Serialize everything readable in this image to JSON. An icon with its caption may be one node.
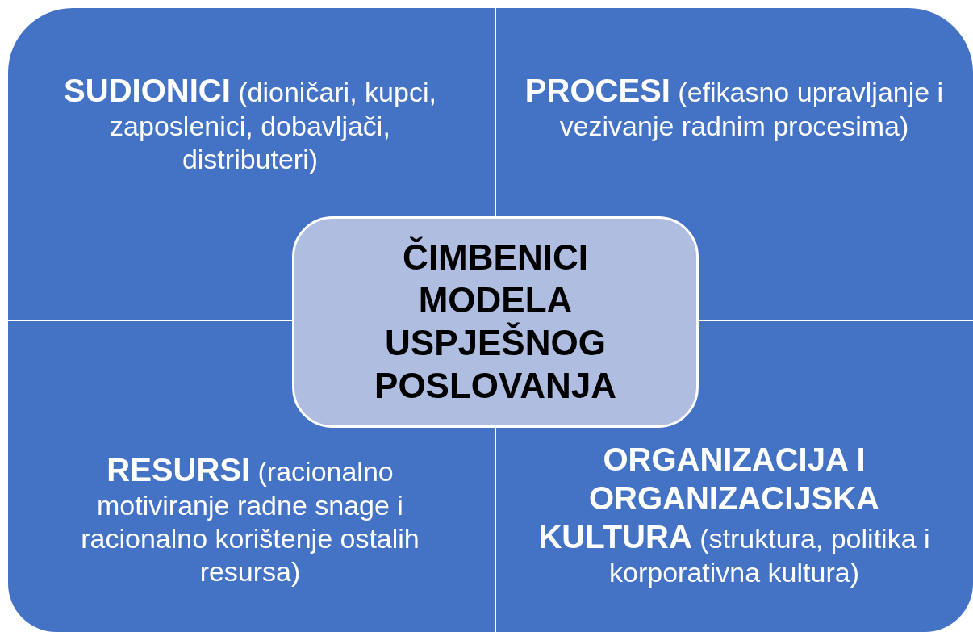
{
  "diagram": {
    "nodes": [
      {
        "text": [
          "**SUDIONICI** (dioničari, kupci, zaposlenici, dobavljači, distributeri)"
        ]
      },
      {
        "text": [
          "**PROCESI** (efikasno upravljanje i vezivanje radnim procesima)"
        ]
      },
      {
        "text": [
          "ČIMBENICI MODELA USPJEŠNOG POSLOVANJA"
        ]
      },
      {
        "text": [
          "**RESURSI** (racionalno motiviranje radne snage i racionalno korištenje ostalih resursa)"
        ]
      },
      {
        "text": [
          "**ORGANIZACIJA I ORGANIZACIJSKA KULTURA** (struktura, politika i korporativna kultura)"
        ]
      }
    ],
    "edges": []
  }
}
